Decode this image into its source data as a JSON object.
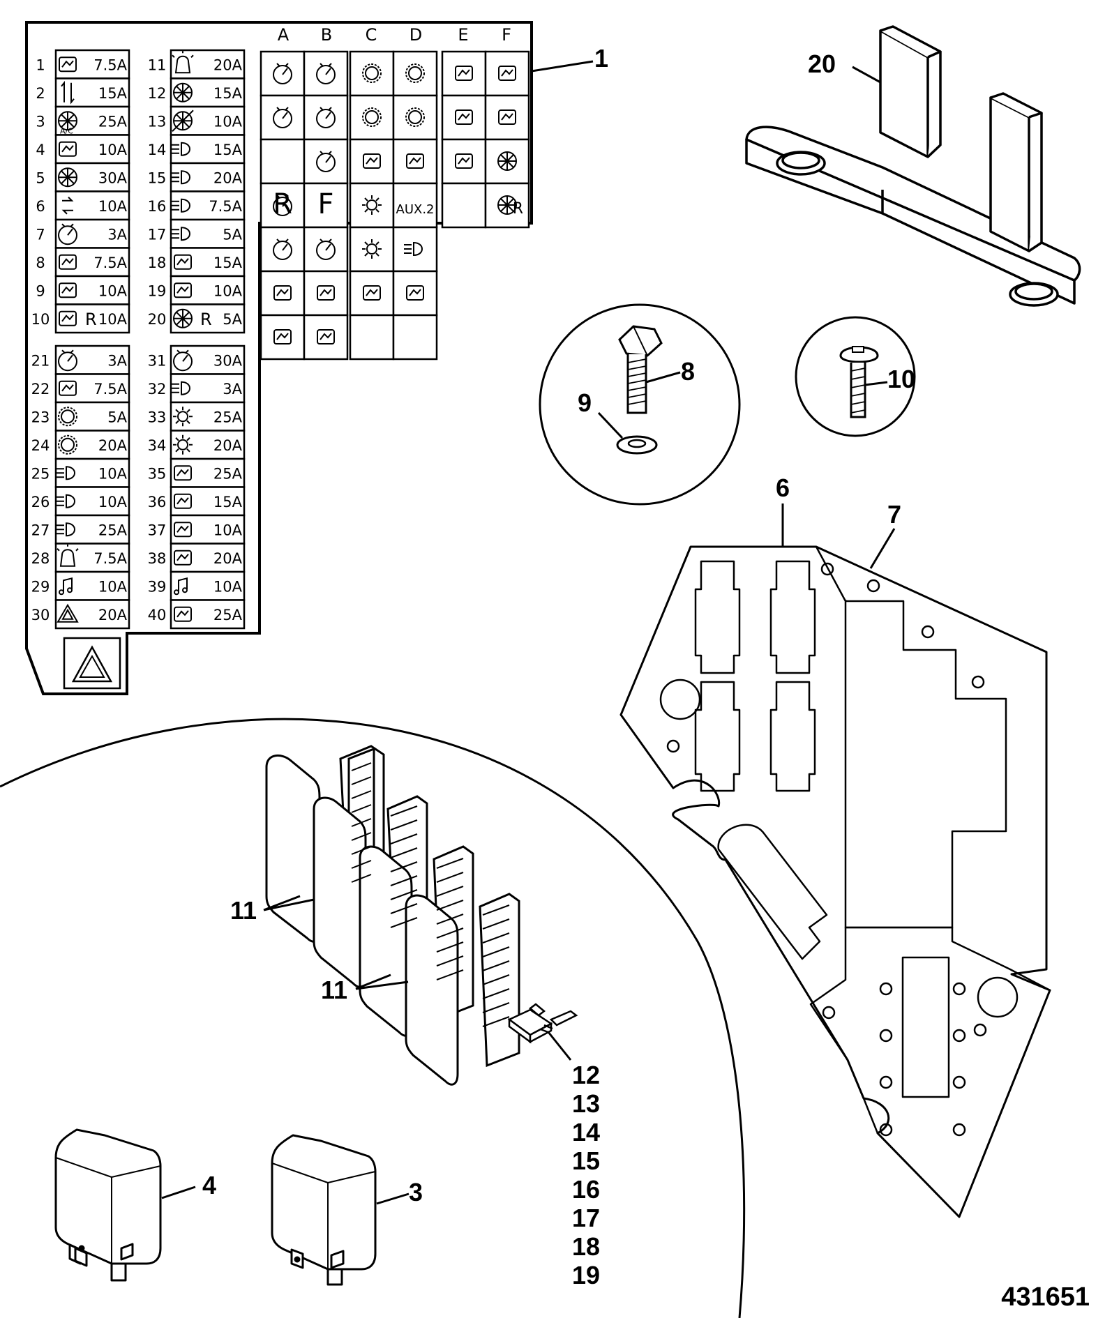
{
  "fuse_panel": {
    "left_col": [
      {
        "num": "1",
        "rating": "7.5A",
        "icon": "loader-arm-icon"
      },
      {
        "num": "2",
        "rating": "15A",
        "icon": "arrows-icon"
      },
      {
        "num": "3",
        "rating": "25A",
        "icon": "ac-fan-icon",
        "sub": "A/C"
      },
      {
        "num": "4",
        "rating": "10A",
        "icon": "joystick-icon"
      },
      {
        "num": "5",
        "rating": "30A",
        "icon": "fan-icon"
      },
      {
        "num": "6",
        "rating": "10A",
        "icon": "indicator-arrows-icon"
      },
      {
        "num": "7",
        "rating": "3A",
        "icon": "gauge-icon"
      },
      {
        "num": "8",
        "rating": "7.5A",
        "icon": "alarm-icon"
      },
      {
        "num": "9",
        "rating": "10A",
        "icon": "hydraulic-icon"
      },
      {
        "num": "10",
        "rating": "10A",
        "icon": "light-icon",
        "prefix": "R"
      }
    ],
    "mid_col": [
      {
        "num": "11",
        "rating": "20A",
        "icon": "beacon-icon"
      },
      {
        "num": "12",
        "rating": "15A",
        "icon": "fan-icon"
      },
      {
        "num": "13",
        "rating": "10A",
        "icon": "no-fan-icon"
      },
      {
        "num": "14",
        "rating": "15A",
        "icon": "headlight-icon"
      },
      {
        "num": "15",
        "rating": "20A",
        "icon": "headlight-icon"
      },
      {
        "num": "16",
        "rating": "7.5A",
        "icon": "side-light-icon"
      },
      {
        "num": "17",
        "rating": "5A",
        "icon": "side-light-icon"
      },
      {
        "num": "18",
        "rating": "15A",
        "icon": "seat-icon"
      },
      {
        "num": "19",
        "rating": "10A",
        "icon": "bucket-icon"
      },
      {
        "num": "20",
        "rating": "5A",
        "icon": "fan-icon",
        "prefix": "R"
      }
    ],
    "left_col2": [
      {
        "num": "21",
        "rating": "3A",
        "icon": "gauge-icon"
      },
      {
        "num": "22",
        "rating": "7.5A",
        "icon": "display-icon"
      },
      {
        "num": "23",
        "rating": "5A",
        "icon": "gear-icon"
      },
      {
        "num": "24",
        "rating": "20A",
        "icon": "gear-icon"
      },
      {
        "num": "25",
        "rating": "10A",
        "icon": "dipped-beam-icon"
      },
      {
        "num": "26",
        "rating": "10A",
        "icon": "side-light-icon"
      },
      {
        "num": "27",
        "rating": "25A",
        "icon": "headlight-horn-icon"
      },
      {
        "num": "28",
        "rating": "7.5A",
        "icon": "beacon-icon"
      },
      {
        "num": "29",
        "rating": "10A",
        "icon": "radio-icon"
      },
      {
        "num": "30",
        "rating": "20A",
        "icon": "hazard-icon"
      }
    ],
    "mid_col2": [
      {
        "num": "31",
        "rating": "30A",
        "icon": "gauge-icon"
      },
      {
        "num": "32",
        "rating": "3A",
        "icon": "fog-light-icon"
      },
      {
        "num": "33",
        "rating": "25A",
        "icon": "work-light-icon"
      },
      {
        "num": "34",
        "rating": "20A",
        "icon": "sun-icon"
      },
      {
        "num": "35",
        "rating": "25A",
        "icon": "wiper-icon"
      },
      {
        "num": "36",
        "rating": "15A",
        "icon": "washer-icon"
      },
      {
        "num": "37",
        "rating": "10A",
        "icon": "hydraulic-icon"
      },
      {
        "num": "38",
        "rating": "20A",
        "icon": "seat-heat-icon"
      },
      {
        "num": "39",
        "rating": "10A",
        "icon": "music-icon"
      },
      {
        "num": "40",
        "rating": "25A",
        "icon": "rear-defrost-icon"
      }
    ],
    "relay_cols": [
      "A",
      "B",
      "C",
      "D",
      "E",
      "F"
    ],
    "relay_text": {
      "r": "R",
      "f": "F",
      "aux": "AUX.2",
      "er": "R"
    }
  },
  "callouts": {
    "c1": "1",
    "c20": "20",
    "c8": "8",
    "c9": "9",
    "c10": "10",
    "c6": "6",
    "c7": "7",
    "c11a": "11",
    "c11b": "11",
    "c4": "4",
    "c3": "3",
    "fuse_range": [
      "12",
      "13",
      "14",
      "15",
      "16",
      "17",
      "18",
      "19"
    ]
  },
  "figure_id": "431651"
}
